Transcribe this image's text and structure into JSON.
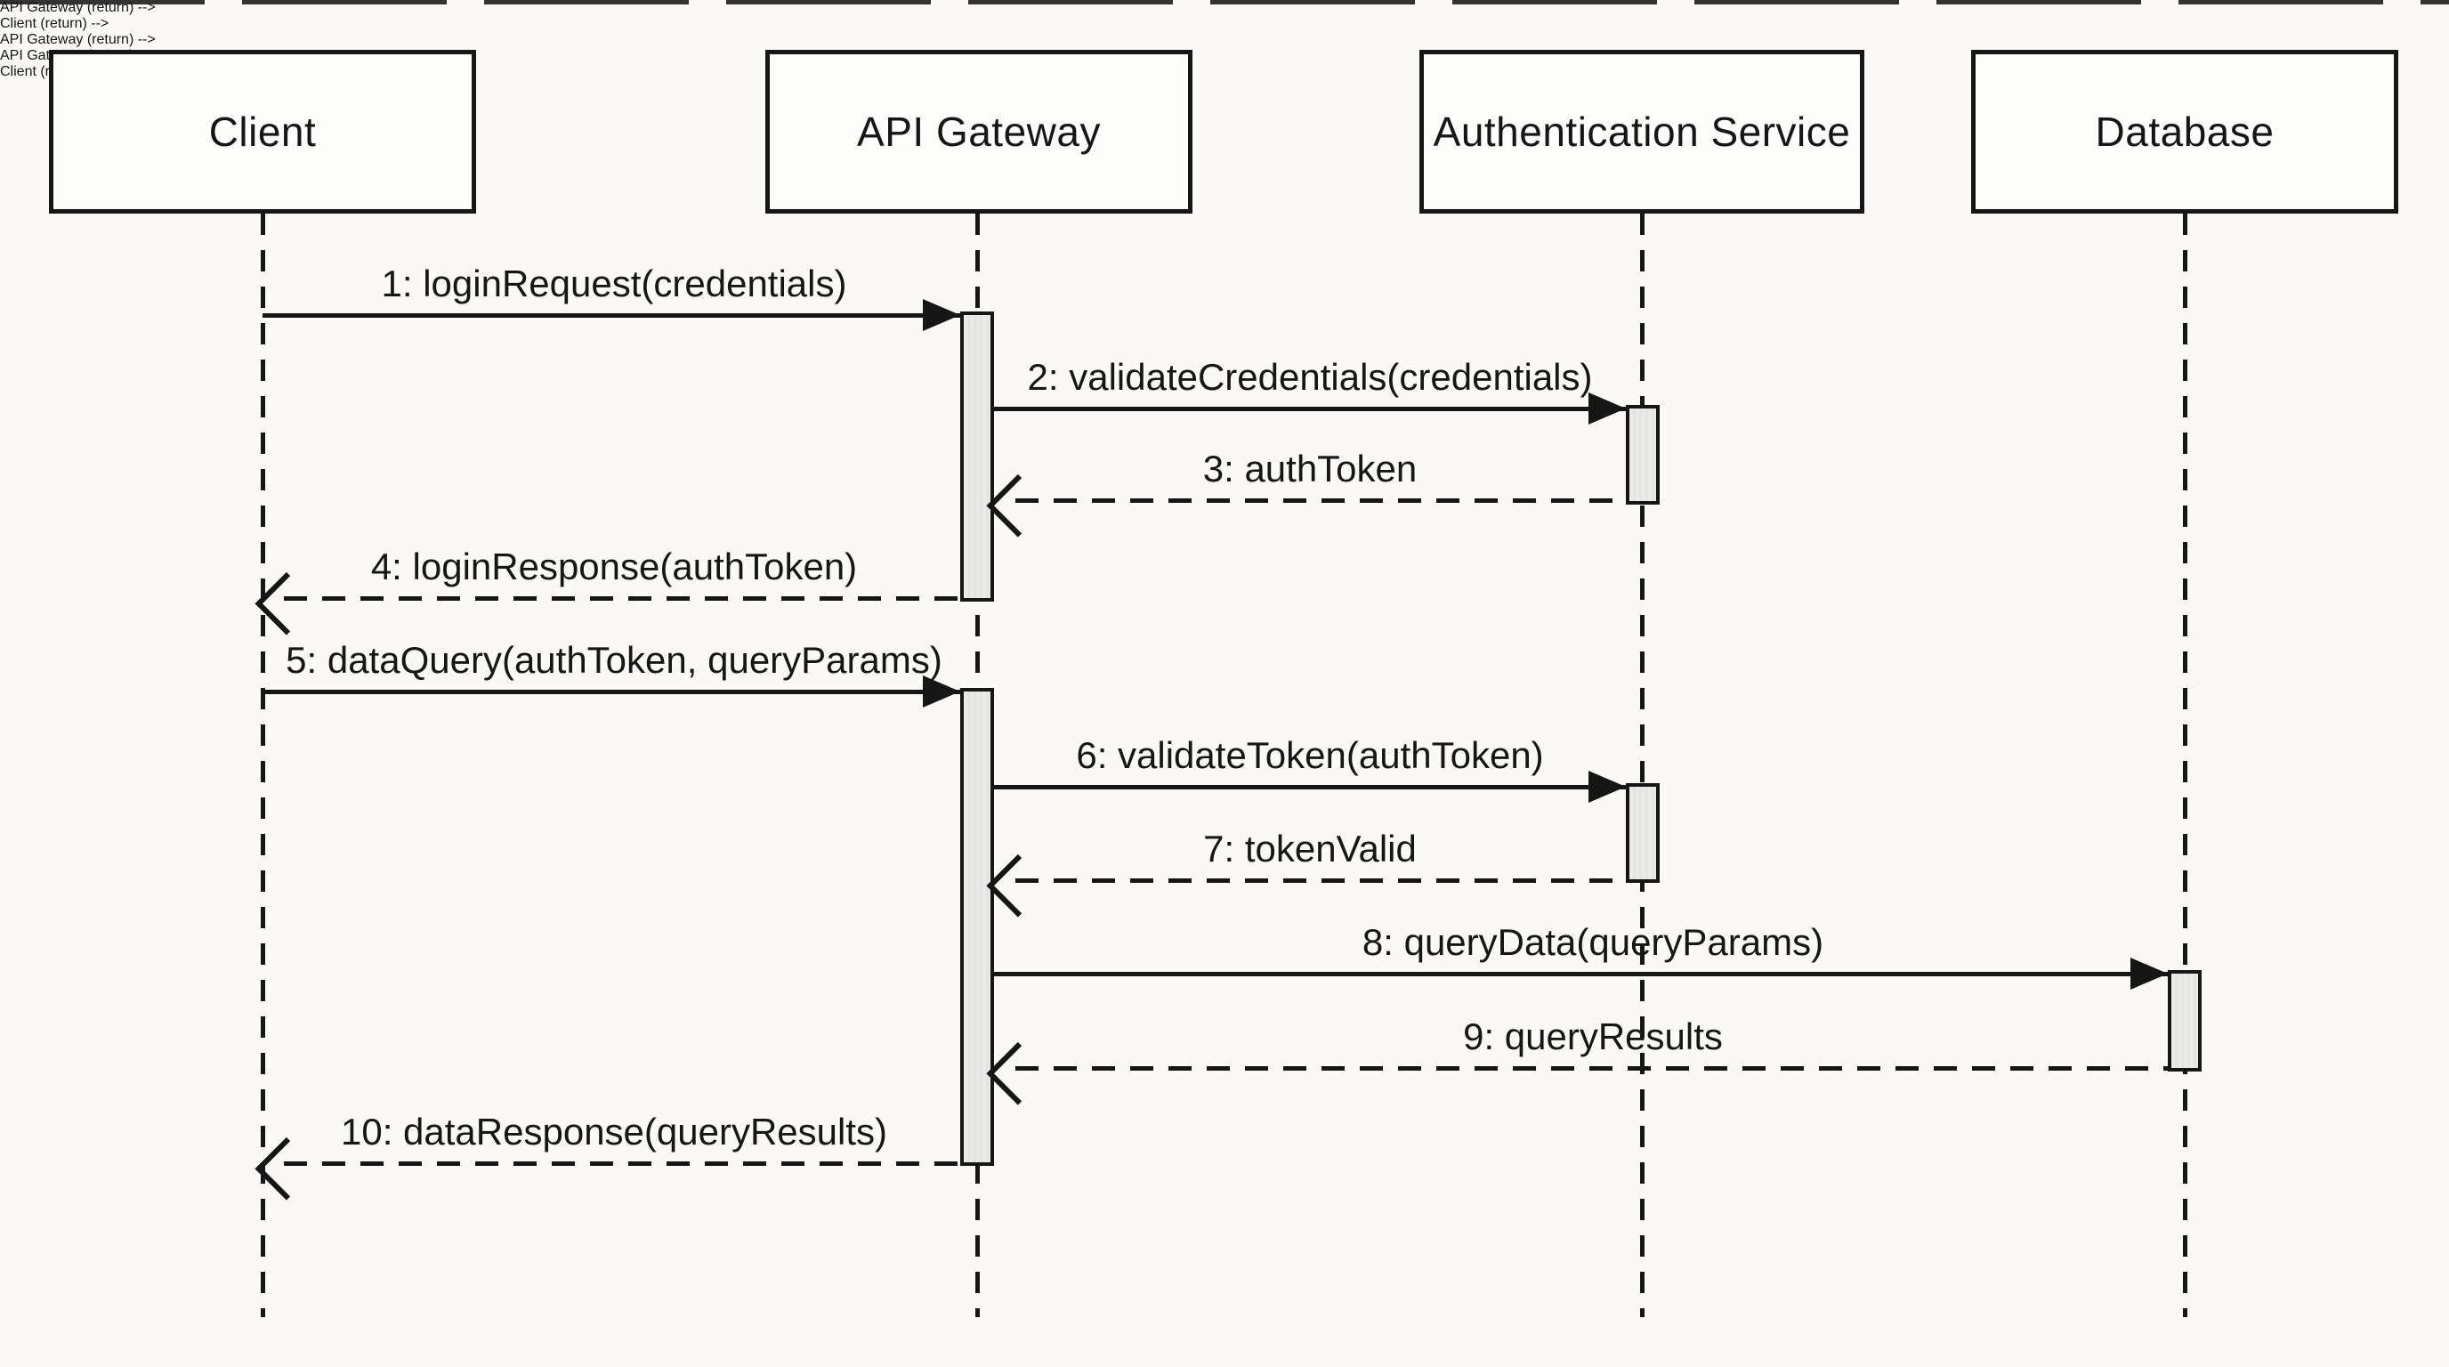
{
  "diagram": {
    "type": "uml-sequence-diagram",
    "participants": [
      {
        "label": "Client"
      },
      {
        "label": "API Gateway"
      },
      {
        "label": "Authentication Service"
      },
      {
        "label": "Database"
      }
    ],
    "messages": [
      {
        "label": "1: loginRequest(credentials)",
        "from": "Client",
        "to": "API Gateway",
        "style": "sync"
      },
      {
        "label": "2: validateCredentials(credentials)",
        "from": "API Gateway",
        "to": "Authentication Service",
        "style": "sync"
      },
      {
        "label": "3: authToken",
        "from": "Authentication Service",
        "to": "API Gateway",
        "style": "return"
      },
      {
        "label": "4: loginResponse(authToken)",
        "from": "API Gateway",
        "to": "Client",
        "style": "return"
      },
      {
        "label": "5: dataQuery(authToken, queryParams)",
        "from": "Client",
        "to": "API Gateway",
        "style": "sync"
      },
      {
        "label": "6: validateToken(authToken)",
        "from": "API Gateway",
        "to": "Authentication Service",
        "style": "sync"
      },
      {
        "label": "7: tokenValid",
        "from": "Authentication Service",
        "to": "API Gateway",
        "style": "return"
      },
      {
        "label": "8: queryData(queryParams)",
        "from": "API Gateway",
        "to": "Database",
        "style": "sync"
      },
      {
        "label": "9: queryResults",
        "from": "Database",
        "to": "API Gateway",
        "style": "return"
      },
      {
        "label": "10: dataResponse(queryResults)",
        "from": "API Gateway",
        "to": "Client",
        "style": "return"
      }
    ],
    "colors": {
      "line": "#161616",
      "activation_fill": "#e9e9e7",
      "box_fill": "#fdfdfb",
      "background": "#faf9f6"
    }
  }
}
